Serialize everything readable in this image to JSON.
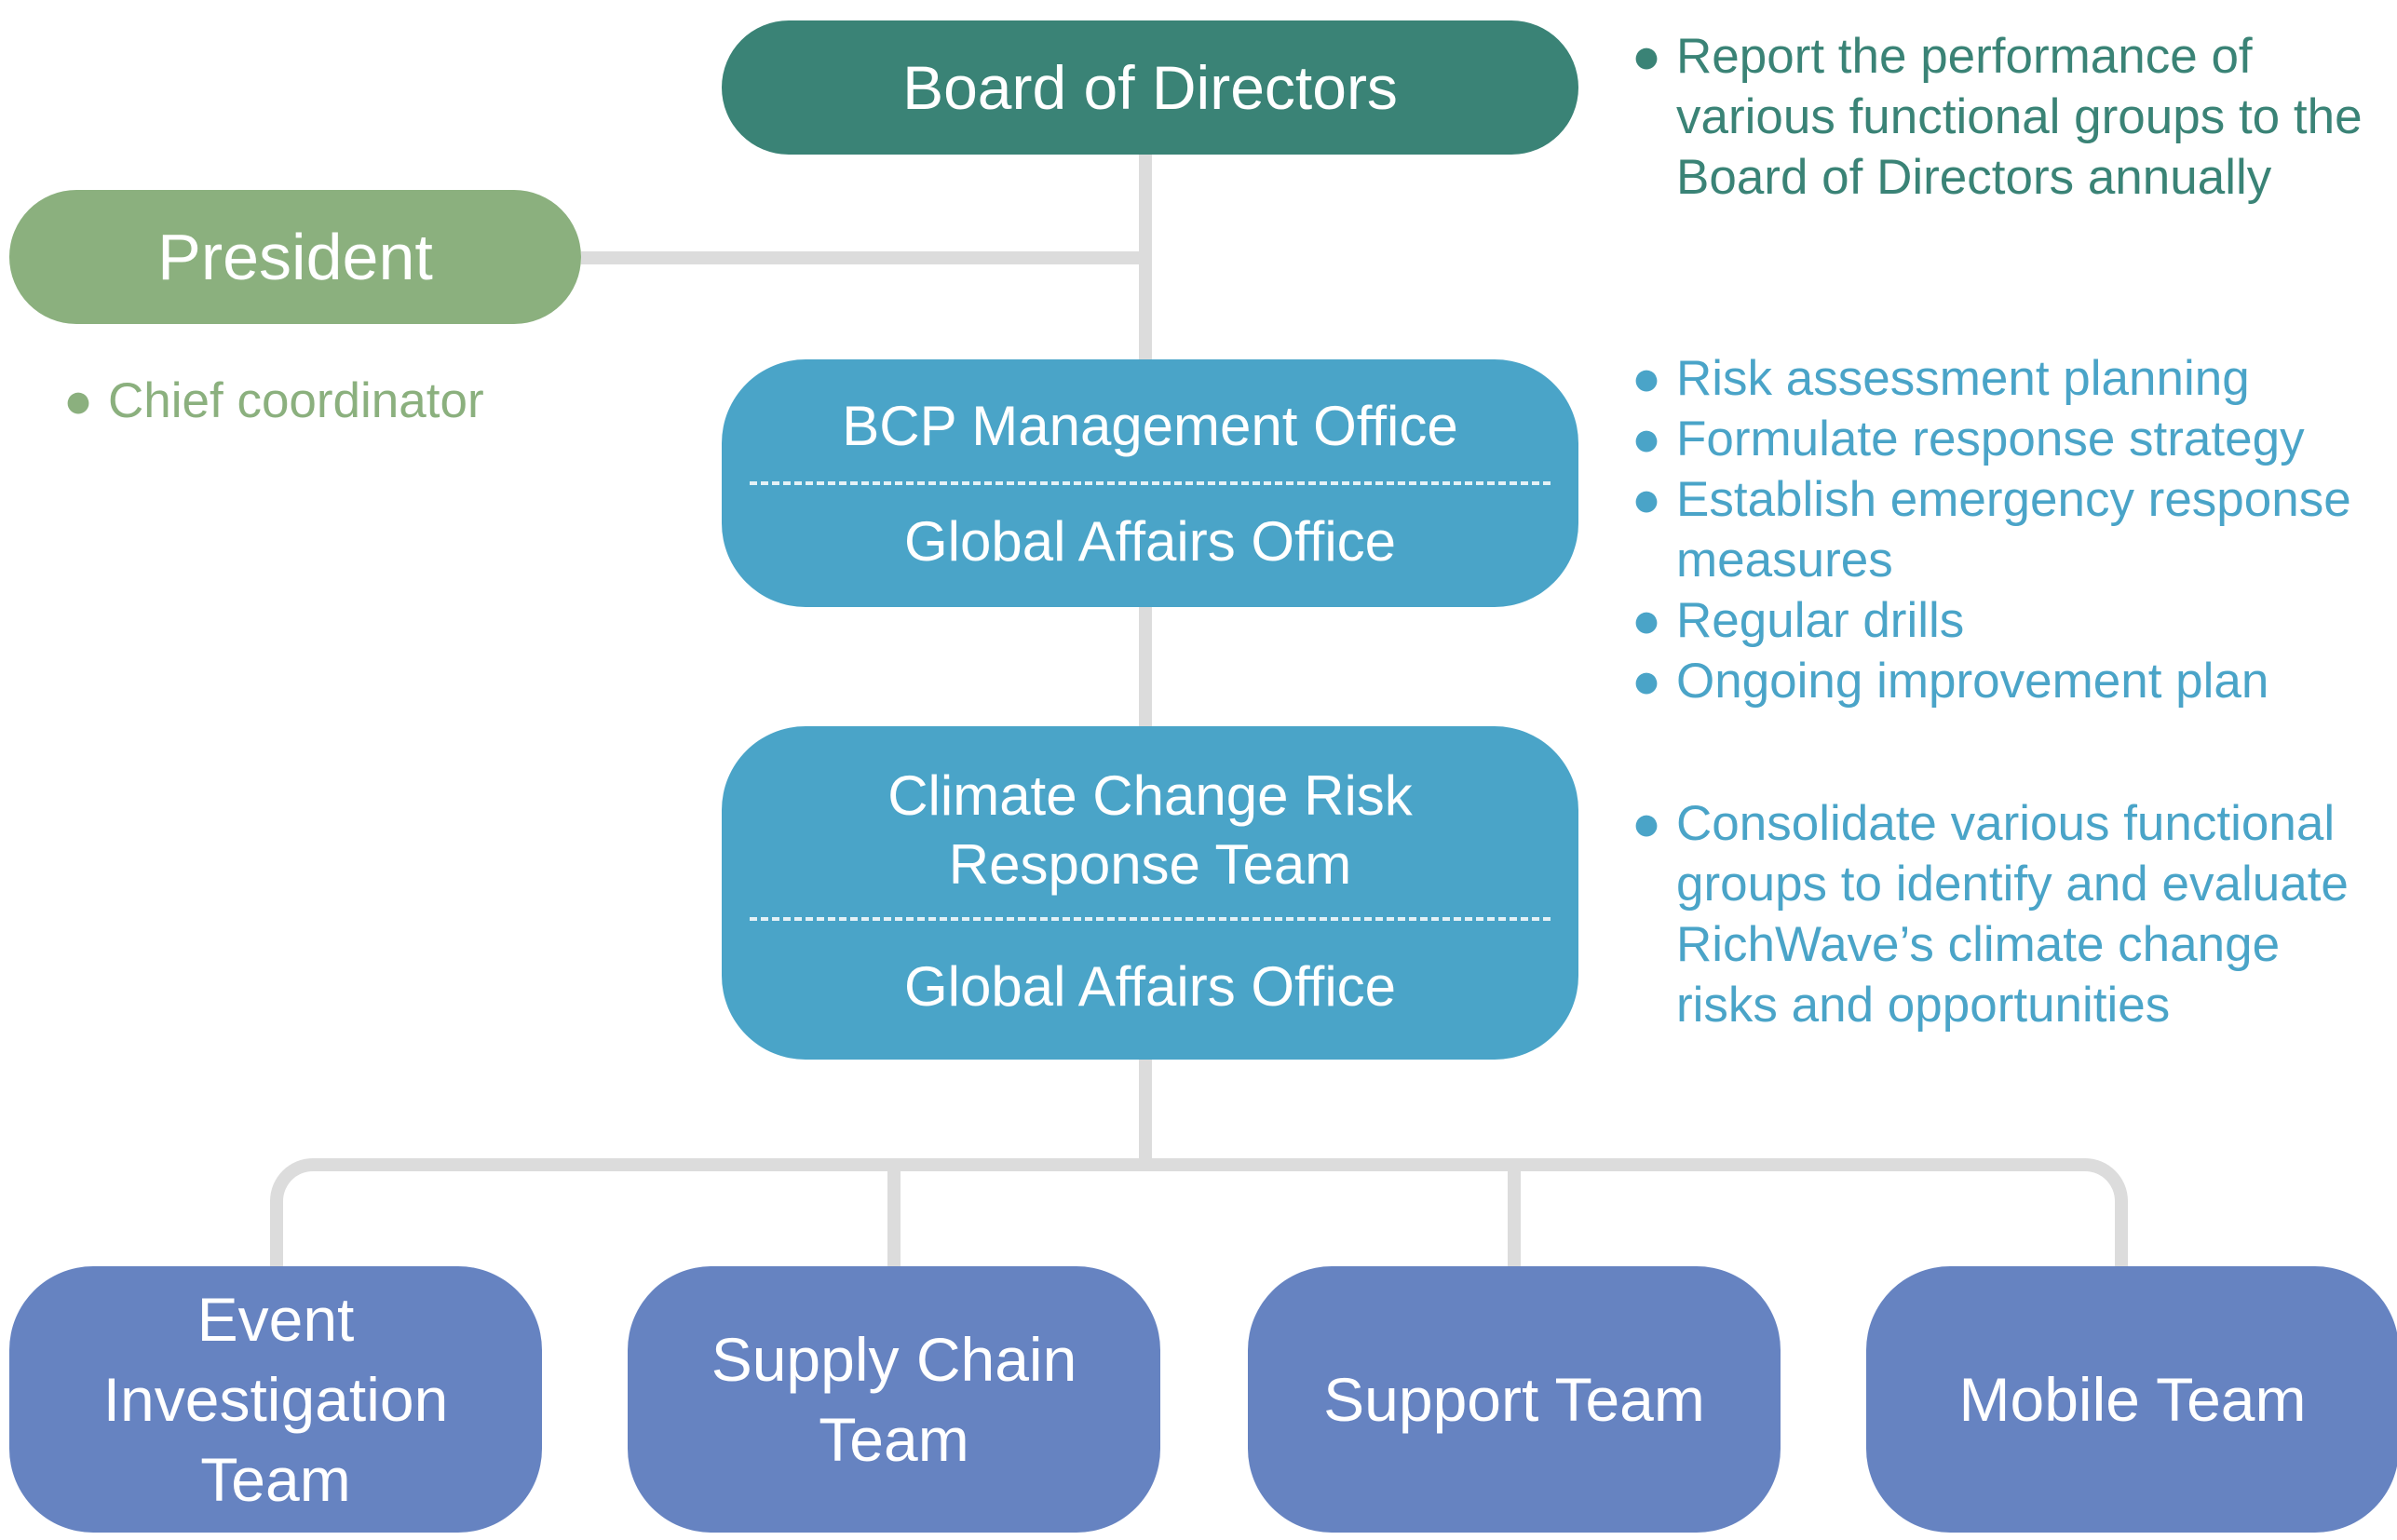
{
  "colors": {
    "board": "#3a8376",
    "president": "#8bb07e",
    "office": "#4aa4c8",
    "team": "#6683c1",
    "connector": "#dcdcdc"
  },
  "bullet_icon": "●",
  "board": {
    "label": "Board of Directors"
  },
  "president": {
    "label": "President"
  },
  "bcp_office": {
    "top": "BCP Management Office",
    "bottom": "Global Affairs Office"
  },
  "climate_team": {
    "top_line1": "Climate Change Risk",
    "top_line2": "Response Team",
    "bottom": "Global Affairs Office"
  },
  "teams": [
    {
      "lines": [
        "Event",
        "Investigation",
        "Team"
      ]
    },
    {
      "lines": [
        "Supply Chain",
        "Team"
      ]
    },
    {
      "lines": [
        "Support Team"
      ]
    },
    {
      "lines": [
        "Mobile Team"
      ]
    }
  ],
  "board_notes": [
    "Report the performance of various functional groups to the Board of Directors annually"
  ],
  "president_notes": [
    "Chief coordinator"
  ],
  "bcp_notes": [
    "Risk assessment planning",
    "Formulate response strategy",
    "Establish emergency response measures",
    "Regular drills",
    "Ongoing improvement plan"
  ],
  "climate_notes": [
    "Consolidate various functional groups to identify and evaluate RichWave’s climate change risks and opportunities"
  ]
}
